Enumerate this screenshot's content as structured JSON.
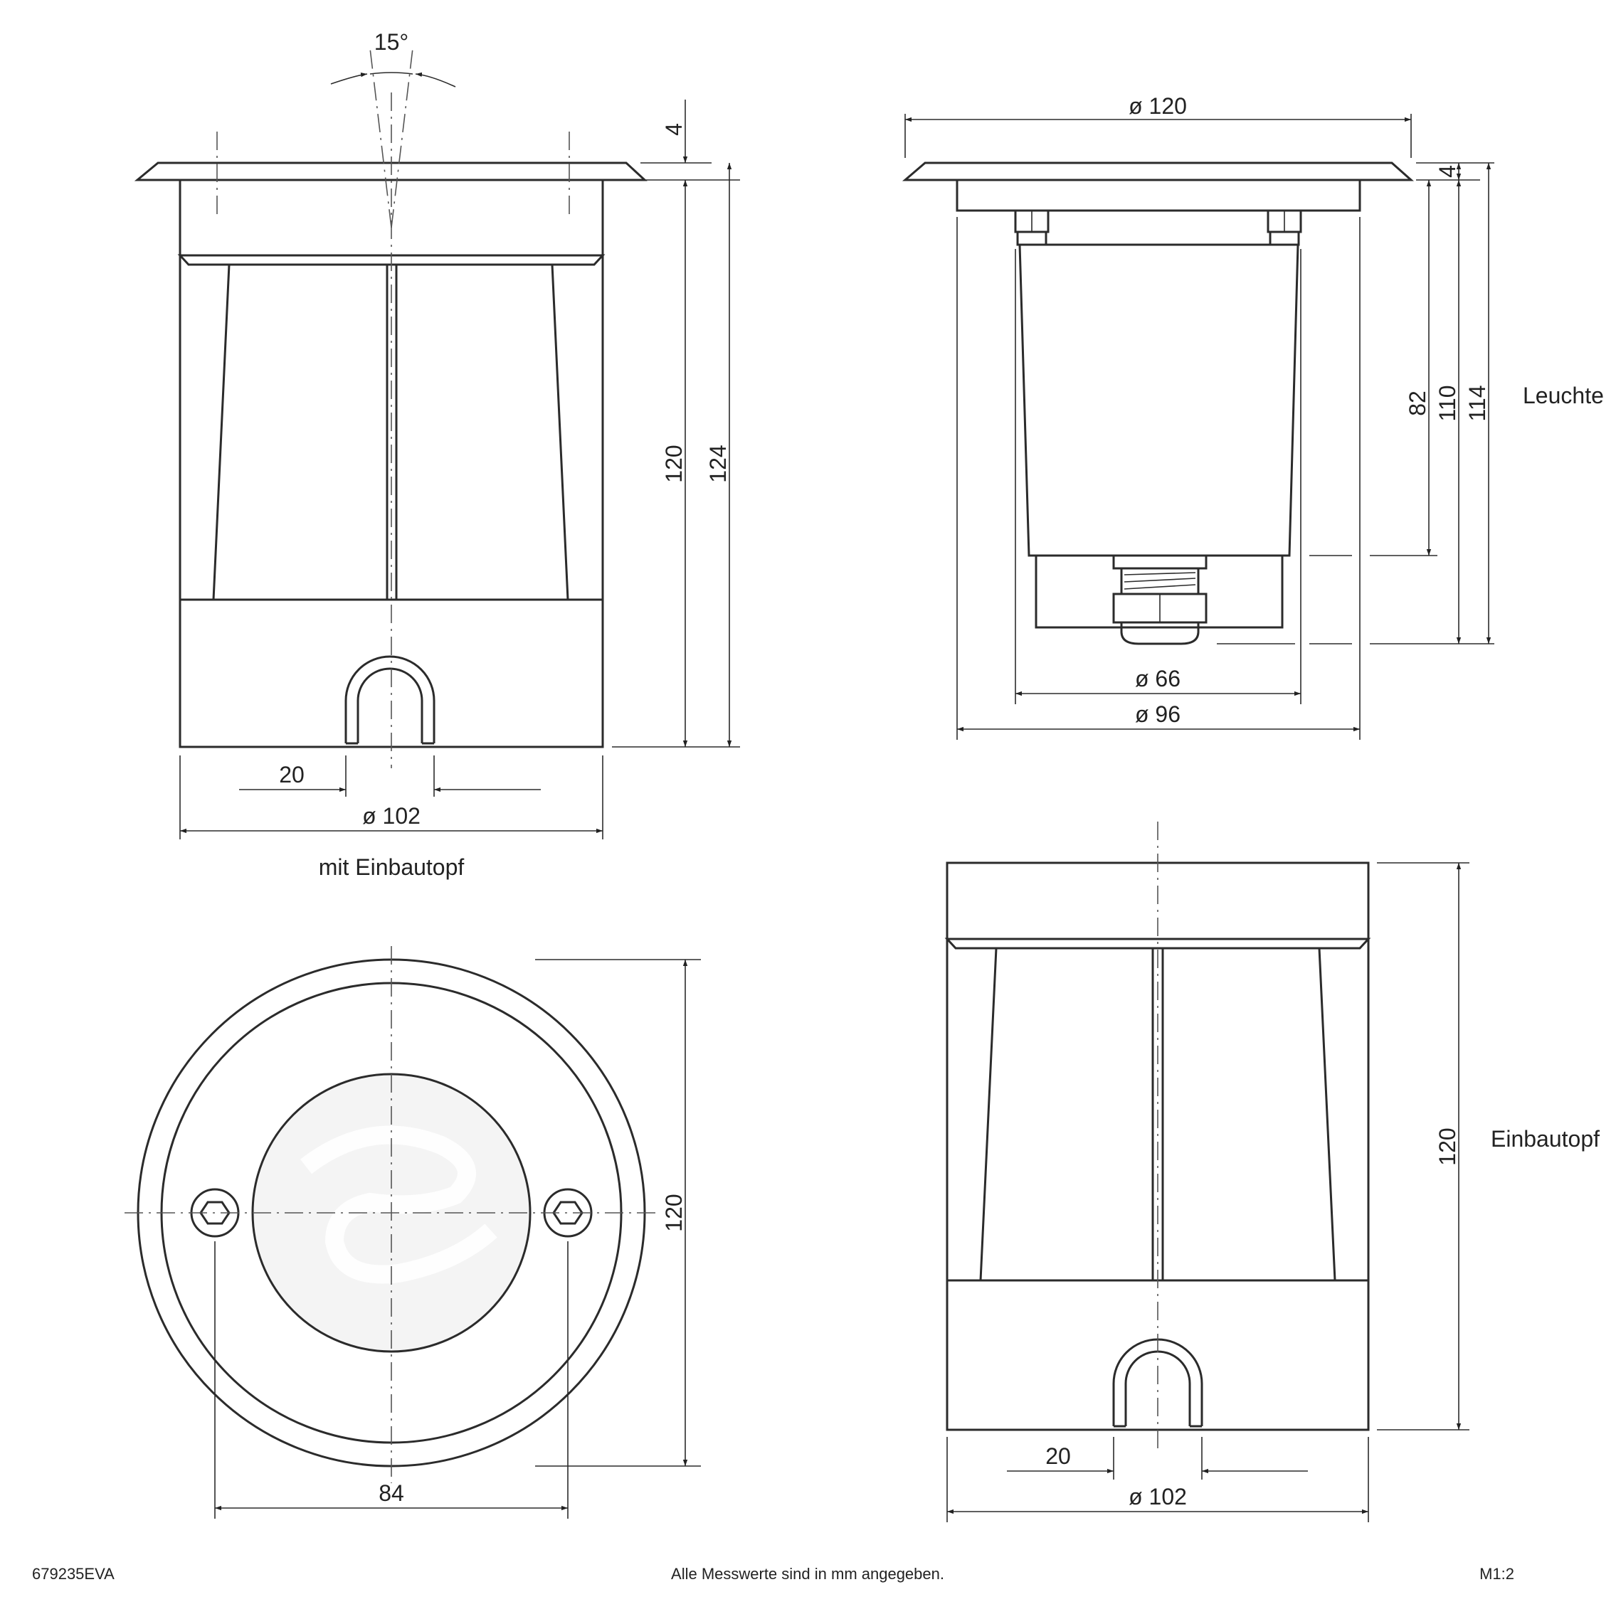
{
  "views": {
    "front_with_pot": {
      "angle": "15°",
      "dim_top_plate": "4",
      "dim_body_height": "120",
      "dim_total_height": "124",
      "dim_slot": "20",
      "dim_diameter": "ø 102",
      "caption": "mit Einbautopf"
    },
    "luminaire": {
      "dim_flange_diameter": "ø 120",
      "dim_flange": "4",
      "dim_82": "82",
      "dim_110": "110",
      "dim_114": "114",
      "dim_inner_diameter": "ø 66",
      "dim_outer_diameter": "ø 96",
      "label": "Leuchte"
    },
    "top_view": {
      "dim_outer": "120",
      "dim_screw_distance": "84"
    },
    "pot": {
      "dim_height": "120",
      "dim_slot": "20",
      "dim_diameter": "ø 102",
      "label": "Einbautopf"
    }
  },
  "footer": {
    "article_number": "679235EVA",
    "note": "Alle Messwerte sind in mm angegeben.",
    "scale": "M1:2"
  }
}
